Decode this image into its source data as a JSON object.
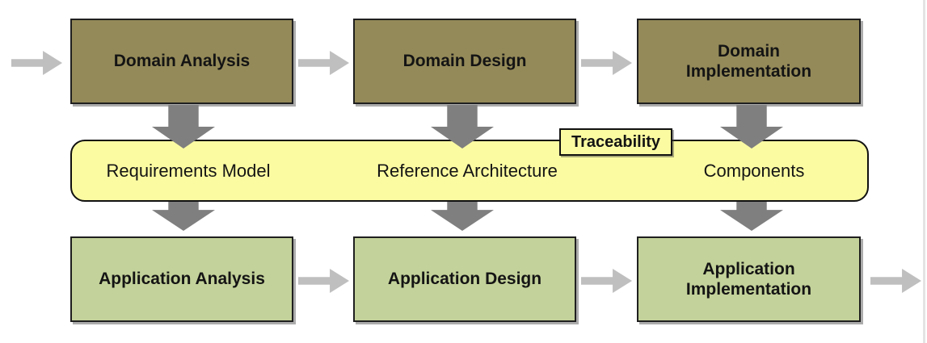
{
  "colors": {
    "domain_box": "#948a59",
    "application_box": "#c3d29a",
    "band": "#fbfba2",
    "h_arrow": "#bfbfbf",
    "v_arrow": "#7f7f7f"
  },
  "domain_row": {
    "boxes": [
      {
        "label": "Domain Analysis"
      },
      {
        "label": "Domain Design"
      },
      {
        "label": "Domain Implementation"
      }
    ]
  },
  "artifact_band": {
    "traceability_label": "Traceability",
    "items": [
      "Requirements Model",
      "Reference Architecture",
      "Components"
    ]
  },
  "application_row": {
    "boxes": [
      {
        "label": "Application Analysis"
      },
      {
        "label": "Application Design"
      },
      {
        "label": "Application Implementation"
      }
    ]
  }
}
